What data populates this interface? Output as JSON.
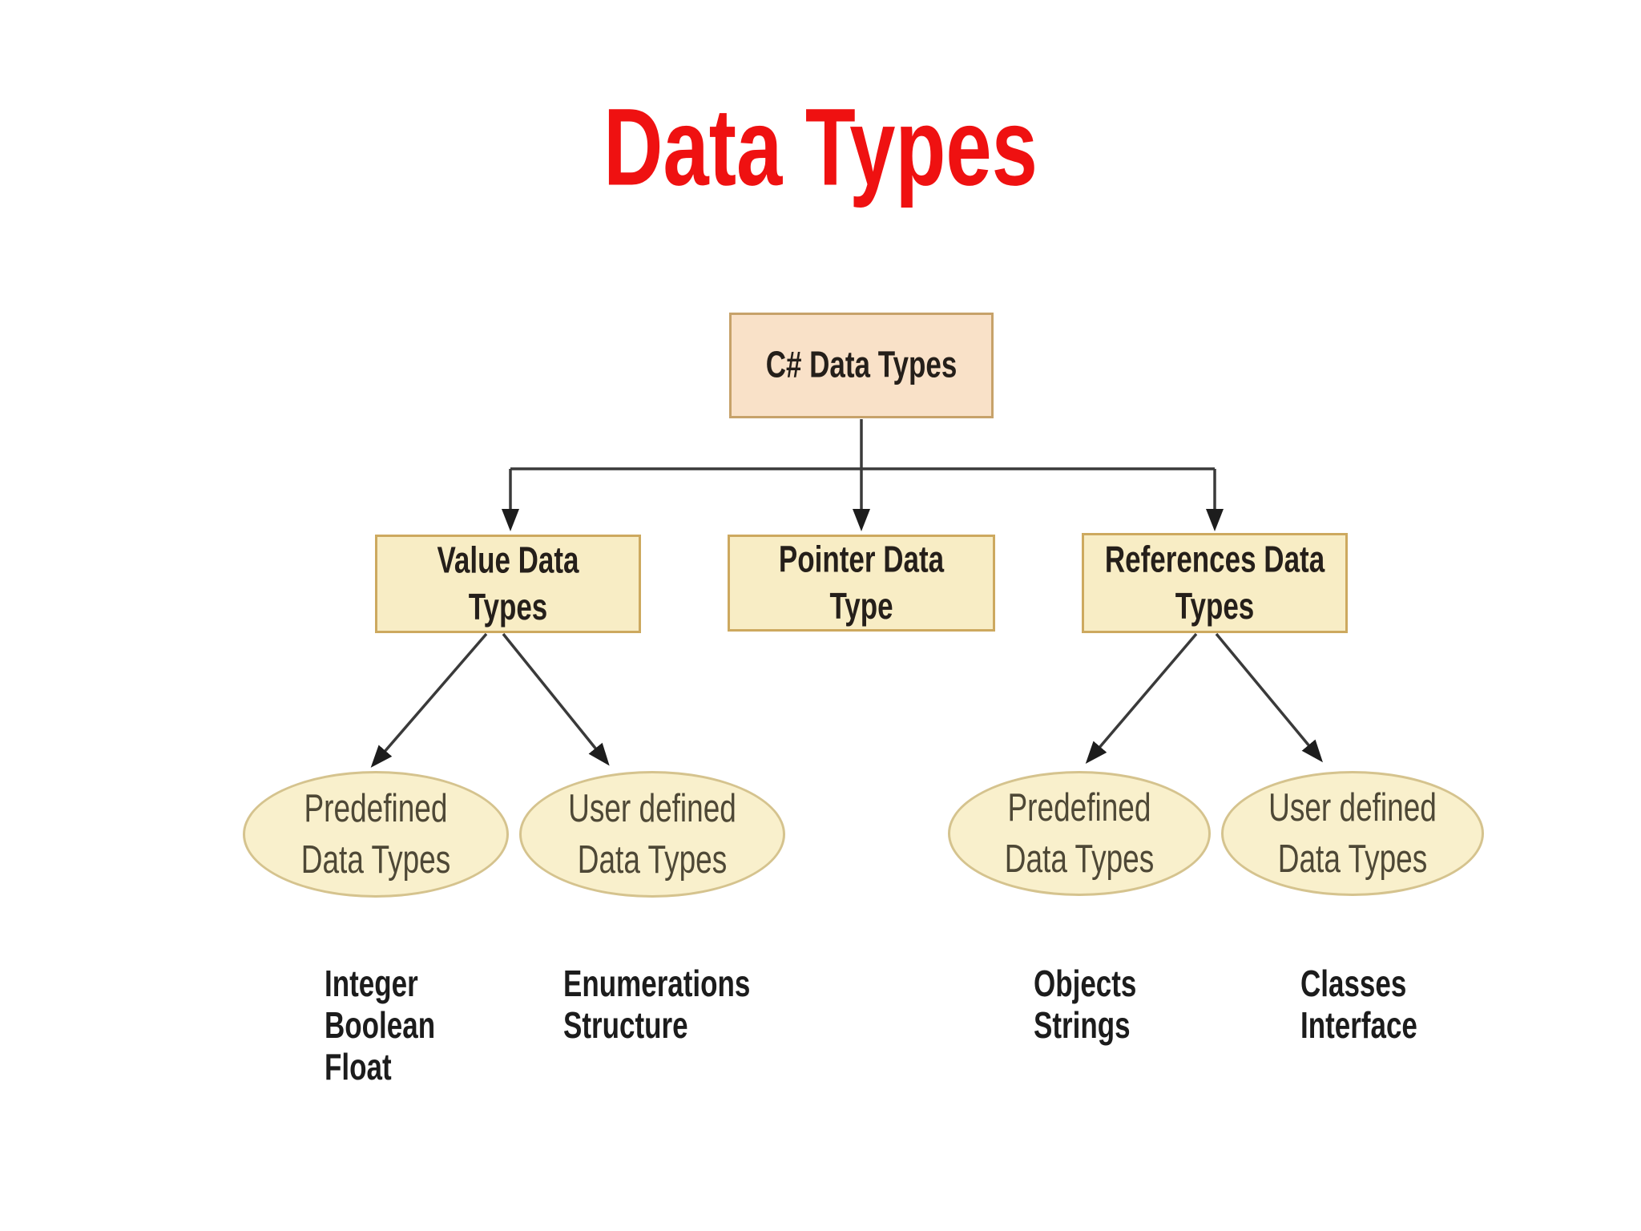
{
  "title": {
    "text": "Data Types"
  },
  "diagram": {
    "root": {
      "label": "C# Data Types"
    },
    "level2": [
      {
        "label": "Value Data\nTypes"
      },
      {
        "label": "Pointer Data\nType"
      },
      {
        "label": "References Data\nTypes"
      }
    ],
    "ellipses": [
      {
        "label": "Predefined\nData Types"
      },
      {
        "label": "User defined\nData Types"
      },
      {
        "label": "Predefined\nData Types"
      },
      {
        "label": "User defined\nData Types"
      }
    ],
    "examples": [
      {
        "text": "Integer\nBoolean\nFloat"
      },
      {
        "text": "Enumerations\nStructure"
      },
      {
        "text": "Objects\nStrings"
      },
      {
        "text": "Classes\nInterface"
      }
    ],
    "colors": {
      "title_red": "#ef1111",
      "root_fill": "#f9e1c8",
      "root_border": "#c7a26a",
      "box_fill": "#f8edc5",
      "box_border": "#cda95f",
      "ellipse_fill": "#f9f0cc",
      "ellipse_border": "#d5c38e",
      "line": "#3a3a3a"
    }
  }
}
